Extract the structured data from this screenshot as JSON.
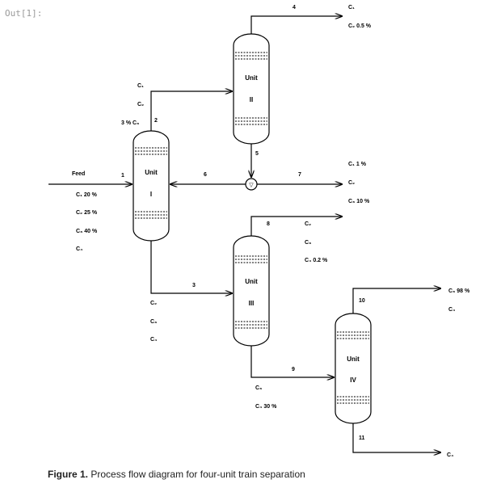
{
  "prompt": "Out[1]:",
  "caption": {
    "label": "Figure 1.",
    "text": " Process flow diagram for four-unit train separation"
  },
  "units": {
    "u1": [
      "Unit",
      "I"
    ],
    "u2": [
      "Unit",
      "II"
    ],
    "u3": [
      "Unit",
      "III"
    ],
    "u4": [
      "Unit",
      "IV"
    ]
  },
  "pump_symbol": "▽",
  "streams": {
    "s1": "1",
    "s2": "2",
    "s3": "3",
    "s4": "4",
    "s5": "5",
    "s6": "6",
    "s7": "7",
    "s8": "8",
    "s9": "9",
    "s10": "10",
    "s11": "11"
  },
  "feed": {
    "label": "Feed",
    "comp": [
      "C₁  20 %",
      "C₂  25 %",
      "C₃  40 %",
      "C₄"
    ]
  },
  "stream2_comp": [
    "C₁",
    "C₂",
    "3 %  C₃"
  ],
  "stream4_comp": [
    "C₁",
    "C₂  0.5 %"
  ],
  "stream7_comp": [
    "C₁   1 %",
    "C₂",
    "C₃  10 %"
  ],
  "stream3_comp": [
    "C₂",
    "C₃",
    "C₄"
  ],
  "stream8_comp": [
    "C₂",
    "C₃",
    "C₄  0.2 %"
  ],
  "stream9_comp": [
    "C₃",
    "C₄  30 %"
  ],
  "stream10_comp": [
    "C₃  98 %",
    "C₄"
  ],
  "stream11_comp": [
    "C₄"
  ]
}
